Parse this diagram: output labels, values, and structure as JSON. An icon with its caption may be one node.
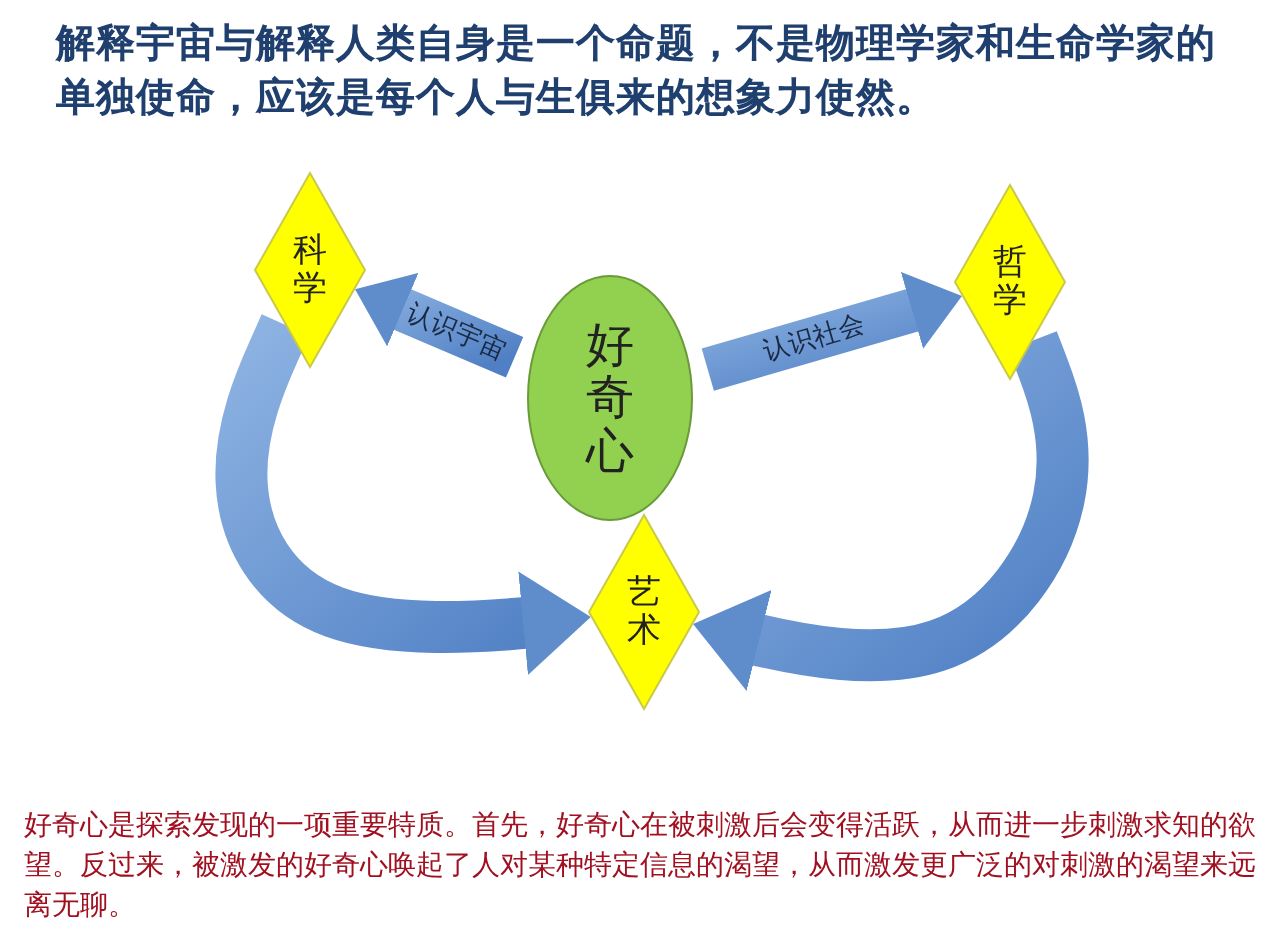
{
  "diagram": {
    "title": "解释宇宙与解释人类自身是一个命题，不是物理学家和生命学家的单独使命，应该是每个人与生俱来的想象力使然。",
    "nodes": [
      {
        "text": [
          "科学"
        ]
      },
      {
        "text": [
          "哲学"
        ]
      },
      {
        "text": [
          "好奇心"
        ]
      },
      {
        "text": [
          "艺术"
        ]
      }
    ],
    "edges": [
      {
        "from": 2,
        "to": 0,
        "arrow": "to",
        "label": "认识宇宙"
      },
      {
        "from": 2,
        "to": 1,
        "arrow": "to",
        "label": "认识社会"
      },
      {
        "from": 0,
        "to": 3,
        "arrow": "to"
      },
      {
        "from": 1,
        "to": 3,
        "arrow": "to"
      }
    ],
    "caption": "好奇心是探索发现的一项重要特质。首先，好奇心在被刺激后会变得活跃，从而进一步刺激求知的欲望。反过来，被激发的好奇心唤起了人对某种特定信息的渴望，从而激发更广泛的对刺激的渴望来远离无聊。"
  }
}
